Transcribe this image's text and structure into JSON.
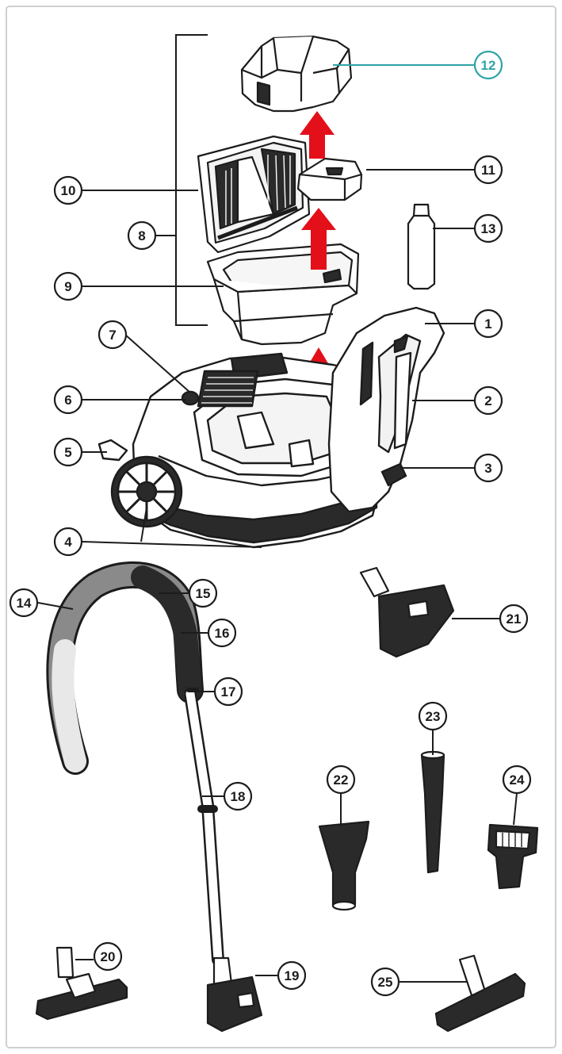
{
  "colors": {
    "ink": "#1c1c1c",
    "frame": "#cfcfcf",
    "arrow": "#e3101a",
    "highlight": "#2ea3a6",
    "part_fill": "#ffffff",
    "dark_part": "#2a2a2a",
    "hose_grey": "#8a8a8a"
  },
  "callouts": [
    {
      "id": "1",
      "label": "1"
    },
    {
      "id": "2",
      "label": "2"
    },
    {
      "id": "3",
      "label": "3"
    },
    {
      "id": "4",
      "label": "4"
    },
    {
      "id": "5",
      "label": "5"
    },
    {
      "id": "6",
      "label": "6"
    },
    {
      "id": "7",
      "label": "7"
    },
    {
      "id": "8",
      "label": "8"
    },
    {
      "id": "9",
      "label": "9"
    },
    {
      "id": "10",
      "label": "10"
    },
    {
      "id": "11",
      "label": "11"
    },
    {
      "id": "12",
      "label": "12",
      "highlighted": true
    },
    {
      "id": "13",
      "label": "13"
    },
    {
      "id": "14",
      "label": "14"
    },
    {
      "id": "15",
      "label": "15"
    },
    {
      "id": "16",
      "label": "16"
    },
    {
      "id": "17",
      "label": "17"
    },
    {
      "id": "18",
      "label": "18"
    },
    {
      "id": "19",
      "label": "19"
    },
    {
      "id": "20",
      "label": "20"
    },
    {
      "id": "21",
      "label": "21"
    },
    {
      "id": "22",
      "label": "22"
    },
    {
      "id": "23",
      "label": "23"
    },
    {
      "id": "24",
      "label": "24"
    },
    {
      "id": "25",
      "label": "25"
    }
  ]
}
